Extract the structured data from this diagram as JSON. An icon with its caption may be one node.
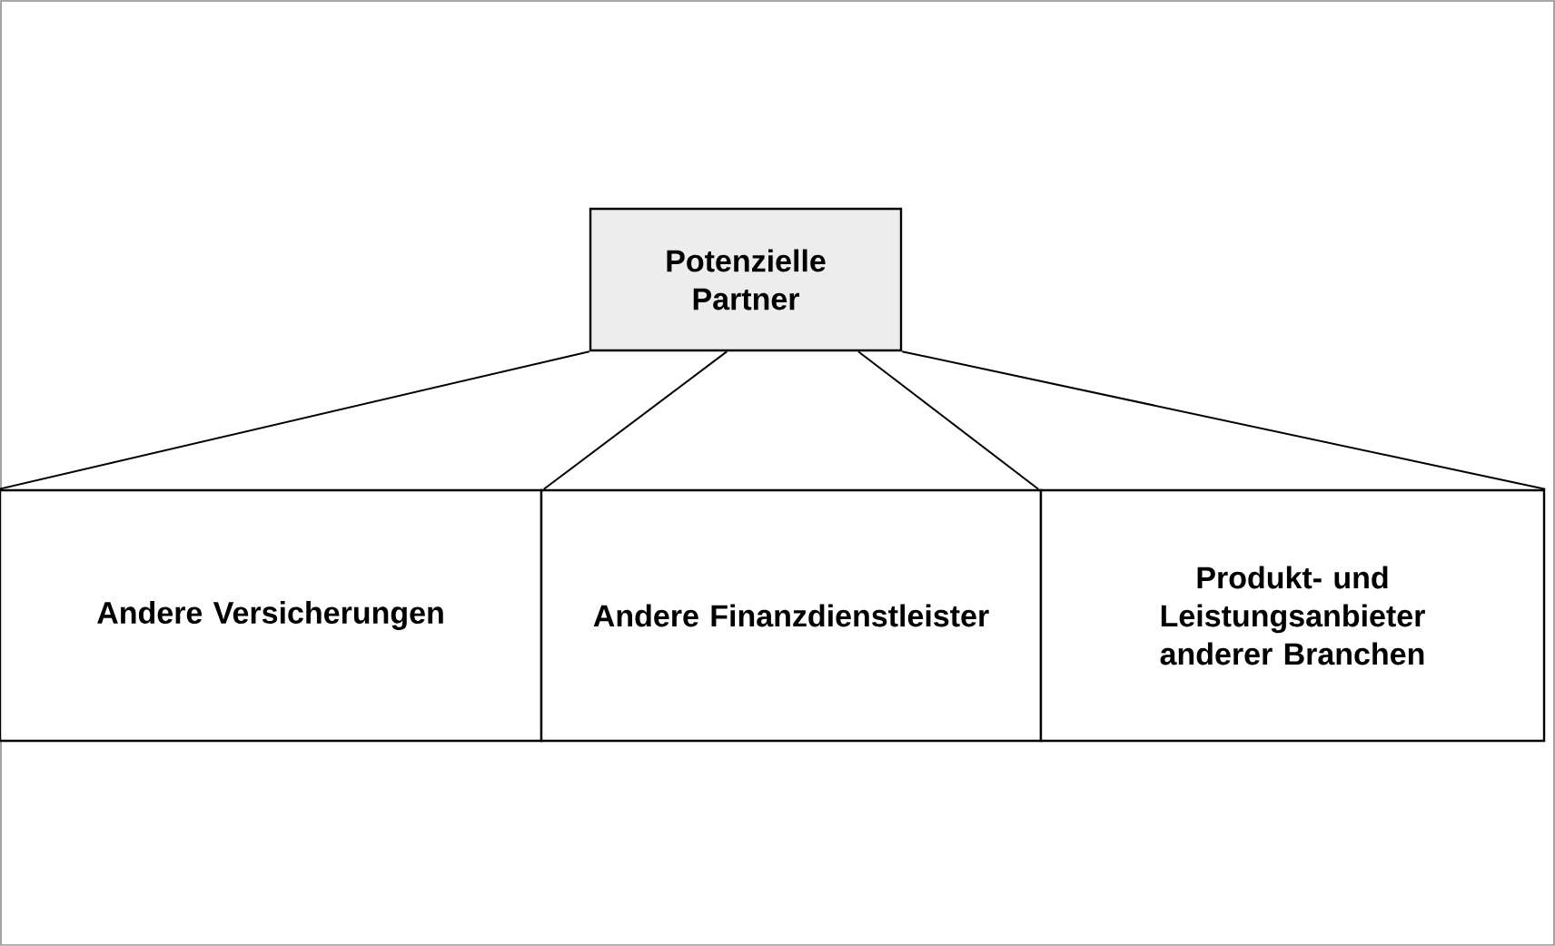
{
  "diagram": {
    "nodes": [
      {
        "text": [
          "Potenzielle Partner"
        ]
      },
      {
        "text": [
          "Andere Versicherungen"
        ]
      },
      {
        "text": [
          "Andere Finanzdienstleister"
        ]
      },
      {
        "text": [
          "Produkt- und Leistungsanbieter anderer Branchen"
        ]
      }
    ],
    "edges": [
      {
        "from": 0,
        "to": 1,
        "arrow": "none"
      },
      {
        "from": 0,
        "to": 2,
        "arrow": "none"
      },
      {
        "from": 0,
        "to": 2,
        "arrow": "none"
      },
      {
        "from": 0,
        "to": 3,
        "arrow": "none"
      }
    ]
  }
}
